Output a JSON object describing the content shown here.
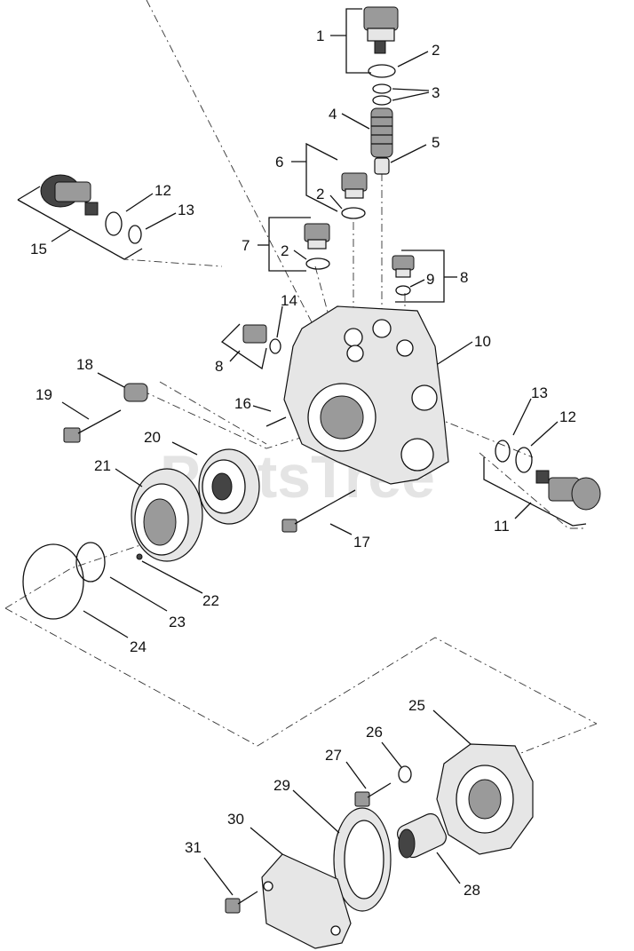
{
  "watermark": "PartsTree",
  "callouts": [
    "1",
    "2",
    "2",
    "2",
    "3",
    "4",
    "5",
    "6",
    "7",
    "8",
    "8",
    "9",
    "10",
    "11",
    "12",
    "12",
    "13",
    "13",
    "14",
    "15",
    "16",
    "17",
    "18",
    "19",
    "20",
    "21",
    "22",
    "23",
    "24",
    "25",
    "26",
    "27",
    "28",
    "29",
    "30",
    "31"
  ]
}
